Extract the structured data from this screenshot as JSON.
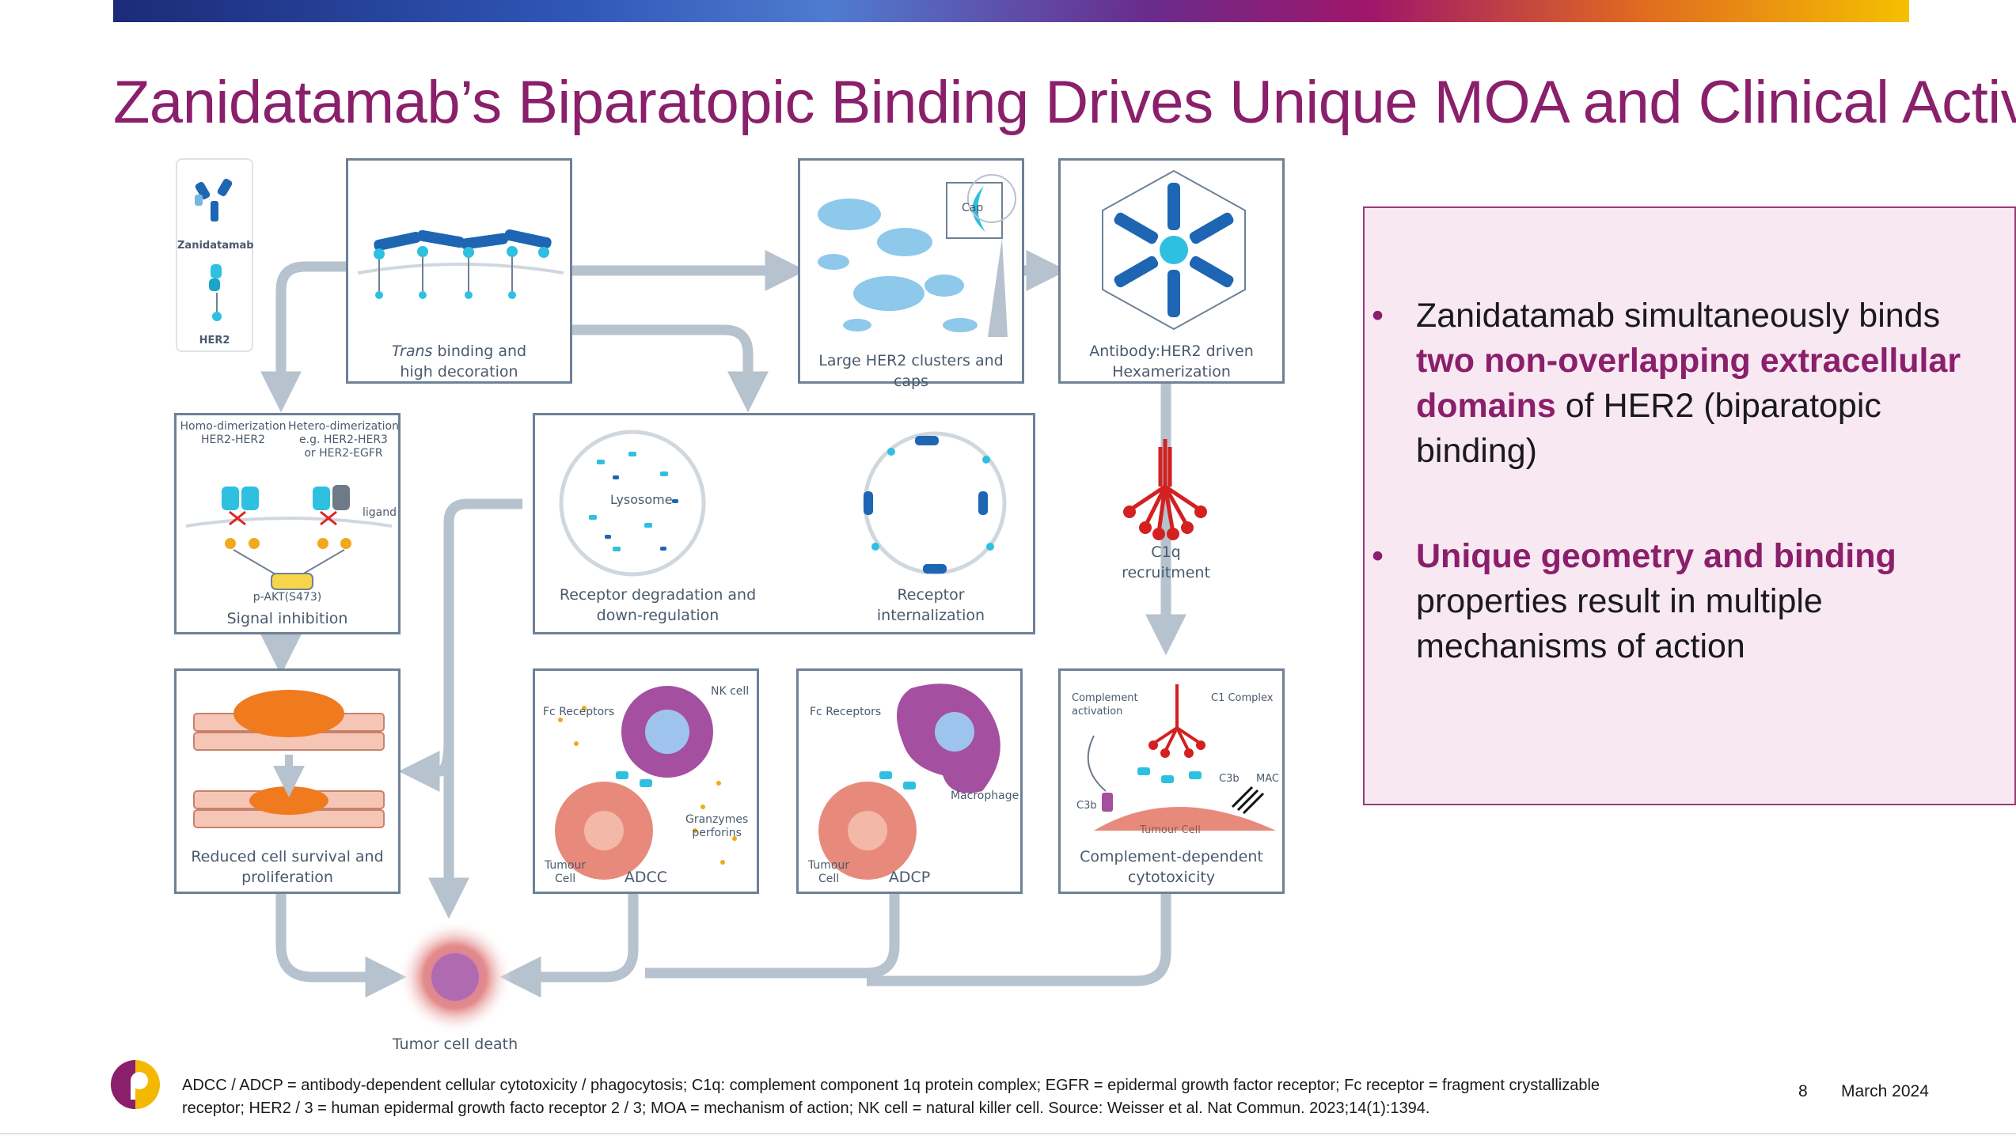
{
  "title": "Zanidatamab’s Biparatopic Binding Drives Unique MOA and Clinical Activity",
  "diagram": {
    "legend": {
      "antibody": "Zanidatamab",
      "receptor": "HER2"
    },
    "panels": {
      "trans_binding": {
        "italic": "Trans",
        "line1_rest": " binding and",
        "line2": "high decoration"
      },
      "clusters": {
        "caption": "Large HER2 clusters and caps",
        "cap_label": "Cap"
      },
      "hexamer": {
        "line1": "Antibody:HER2 driven",
        "line2": "Hexamerization"
      },
      "signal": {
        "homo_l1": "Homo-dimerization",
        "homo_l2": "HER2-HER2",
        "hetero_l1": "Hetero-dimerization",
        "hetero_l2": "e.g. HER2-HER3",
        "hetero_l3": "or HER2-EGFR",
        "ligand": "ligand",
        "pakt": "p-AKT(S473)",
        "caption": "Signal inhibition"
      },
      "degradation": {
        "lysosome": "Lysosome",
        "deg_l1": "Receptor degradation and",
        "deg_l2": "down-regulation",
        "int_l1": "Receptor",
        "int_l2": "internalization"
      },
      "c1q": {
        "line1": "C1q",
        "line2": "recruitment"
      },
      "survival": {
        "line1": "Reduced cell survival and",
        "line2": "proliferation"
      },
      "adcc": {
        "fc": "Fc Receptors",
        "nk": "NK cell",
        "gran1": "Granzymes",
        "gran2": "perforins",
        "tumour1": "Tumour",
        "tumour2": "Cell",
        "label": "ADCC"
      },
      "adcp": {
        "fc": "Fc Receptors",
        "macro": "Macrophage",
        "tumour1": "Tumour",
        "tumour2": "Cell",
        "label": "ADCP"
      },
      "cdc": {
        "comp1": "Complement",
        "comp2": "activation",
        "c1": "C1 Complex",
        "c3b_a": "C3b",
        "c3b_b": "C3b",
        "mac": "MAC",
        "tumour": "Tumour Cell",
        "line1": "Complement-dependent",
        "line2": "cytotoxicity"
      },
      "death": {
        "caption": "Tumor cell death"
      }
    }
  },
  "callout": {
    "b1_pre": "Zanidatamab simultaneously binds ",
    "b1_hl": "two non-overlapping extracellular domains",
    "b1_post": " of HER2 (biparatopic binding)",
    "b2_hl": "Unique geometry and binding",
    "b2_post": " properties result in multiple mechanisms of action"
  },
  "footnote": "ADCC / ADCP = antibody-dependent cellular cytotoxicity / phagocytosis; C1q: complement component 1q protein complex; EGFR = epidermal growth factor receptor; Fc receptor = fragment crystallizable receptor; HER2 / 3 = human epidermal growth facto receptor 2 / 3; MOA = mechanism of action; NK cell = natural killer cell. Source: Weisser et al. Nat Commun. 2023;14(1):1394.",
  "page_number": "8",
  "date": "March 2024",
  "colors": {
    "brand": "#8a1f6b",
    "panel_border": "#6e8196",
    "arrow": "#b6c2ce",
    "callout_bg": "#f8e8f2"
  }
}
